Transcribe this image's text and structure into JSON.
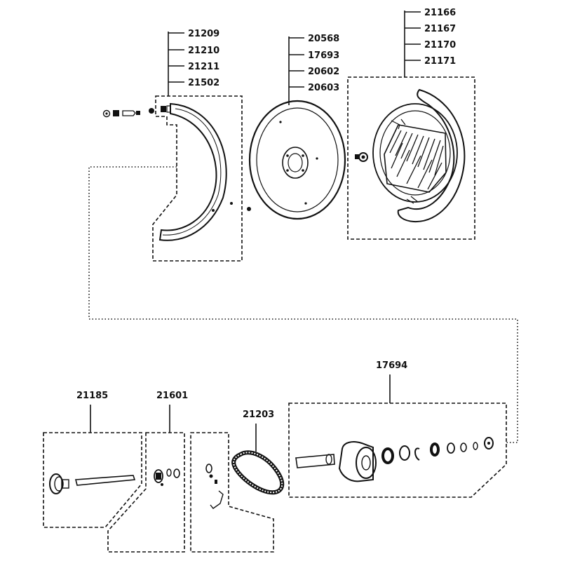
{
  "diagram": {
    "groups": [
      {
        "id": "blade-guard",
        "part_numbers": [
          "21209",
          "21210",
          "21211",
          "21502"
        ]
      },
      {
        "id": "blade",
        "part_numbers": [
          "20568",
          "17693",
          "20602",
          "20603"
        ]
      },
      {
        "id": "blade-cover",
        "part_numbers": [
          "21166",
          "21167",
          "21170",
          "21171"
        ]
      },
      {
        "id": "shaft",
        "part_numbers": [
          "21185"
        ]
      },
      {
        "id": "knob-set",
        "part_numbers": [
          "21601"
        ]
      },
      {
        "id": "belt",
        "part_numbers": [
          "21203"
        ]
      },
      {
        "id": "hub-assembly",
        "part_numbers": [
          "17694"
        ]
      }
    ]
  }
}
